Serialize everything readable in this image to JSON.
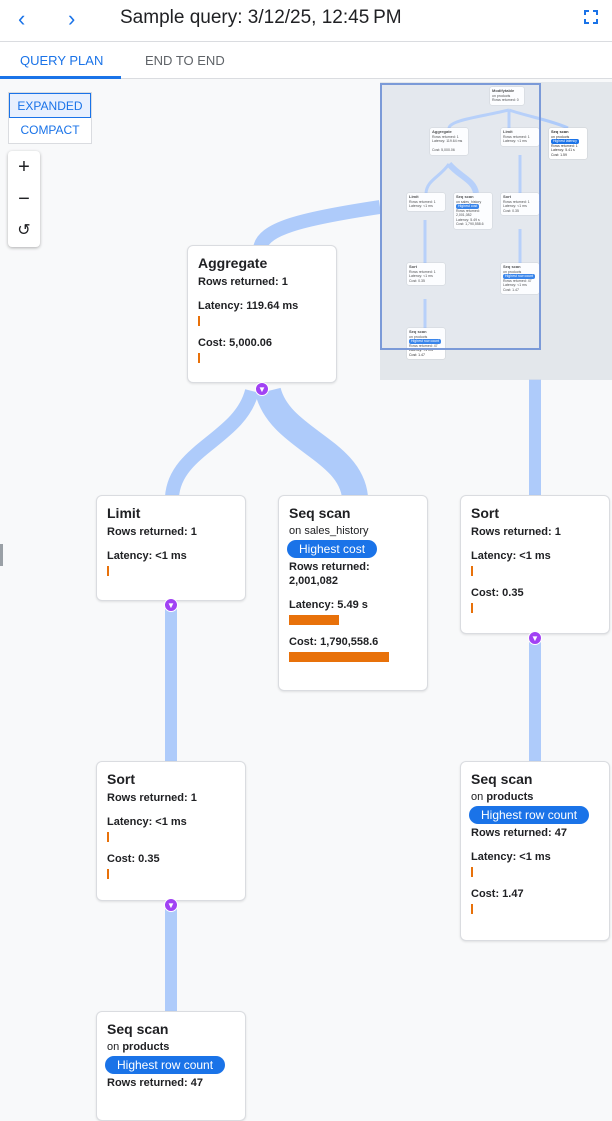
{
  "header": {
    "title": "Sample query: 3/12/25, 12:45 PM",
    "back_icon": "chevron-left-icon",
    "forward_icon": "chevron-right-icon",
    "fullscreen_icon": "fullscreen-icon"
  },
  "tabs": [
    {
      "label": "QUERY PLAN",
      "active": true
    },
    {
      "label": "END TO END",
      "active": false
    }
  ],
  "view_mode": {
    "options": [
      "EXPANDED",
      "COMPACT"
    ],
    "selected": "EXPANDED"
  },
  "zoom_controls": {
    "zoom_in": "+",
    "zoom_out": "−",
    "reset": "↺"
  },
  "colors": {
    "accent": "#1a73e8",
    "bar": "#e8710a",
    "expander": "#a142f4",
    "edge": "#aecbfa"
  },
  "nodes": {
    "aggregate": {
      "title": "Aggregate",
      "rows": "Rows returned: 1",
      "latency": "Latency: 119.64 ms",
      "cost": "Cost: 5,000.06"
    },
    "limit": {
      "title": "Limit",
      "rows": "Rows returned: 1",
      "latency": "Latency: <1 ms"
    },
    "seq_sales": {
      "title": "Seq scan",
      "on": "on",
      "table": "sales_history",
      "badge": "Highest cost",
      "rows": "Rows returned:",
      "rows_value": "2,001,082",
      "latency": "Latency: 5.49 s",
      "cost": "Cost: 1,790,558.6"
    },
    "sort_right": {
      "title": "Sort",
      "rows": "Rows returned: 1",
      "latency": "Latency: <1 ms",
      "cost": "Cost: 0.35"
    },
    "sort_left": {
      "title": "Sort",
      "rows": "Rows returned: 1",
      "latency": "Latency: <1 ms",
      "cost": "Cost: 0.35"
    },
    "seq_products_right": {
      "title": "Seq scan",
      "on": "on",
      "table": "products",
      "badge": "Highest row count",
      "rows": "Rows returned: 47",
      "latency": "Latency: <1 ms",
      "cost": "Cost: 1.47"
    },
    "seq_products_bottom": {
      "title": "Seq scan",
      "on": "on",
      "table": "products",
      "badge": "Highest row count",
      "rows": "Rows returned: 47"
    }
  },
  "minimap": {
    "modifytable": {
      "title": "Modifytable",
      "on": "on products",
      "rows": "Rows returned: 0"
    },
    "aggregate": {
      "title": "Aggregate",
      "rows": "Rows returned: 1",
      "latency": "Latency: 119.64 ms",
      "cost": "Cost: 5,000.06"
    },
    "limit_top": {
      "title": "Limit",
      "rows": "Rows returned: 1",
      "latency": "Latency: <1 ms"
    },
    "seq_latency": {
      "title": "Seq scan",
      "on": "on products",
      "badge": "Highest latency",
      "rows": "Rows returned: 1",
      "latency": "Latency: 5.41 s",
      "cost": "Cost: 1.59"
    },
    "limit": {
      "title": "Limit",
      "rows": "Rows returned: 1",
      "latency": "Latency: <1 ms"
    },
    "seq_sales": {
      "title": "Seq scan",
      "on": "on sales_history",
      "badge": "Highest cost",
      "rows": "Rows returned: 2,001,082",
      "latency": "Latency: 5.49 s",
      "cost": "Cost: 1,790,558.6"
    },
    "sort_right": {
      "title": "Sort",
      "rows": "Rows returned: 1",
      "latency": "Latency: <1 ms",
      "cost": "Cost: 0.35"
    },
    "sort_left": {
      "title": "Sort",
      "rows": "Rows returned: 1",
      "latency": "Latency: <1 ms",
      "cost": "Cost: 0.35"
    },
    "seq_right": {
      "title": "Seq scan",
      "on": "on products",
      "badge": "Highest row count",
      "rows": "Rows returned: 47",
      "latency": "Latency: <1 ms",
      "cost": "Cost: 1.47"
    },
    "seq_bottom": {
      "title": "Seq scan",
      "on": "on products",
      "badge": "Highest row count",
      "rows": "Rows returned: 47",
      "latency": "Latency: <1 ms",
      "cost": "Cost: 1.47"
    }
  }
}
